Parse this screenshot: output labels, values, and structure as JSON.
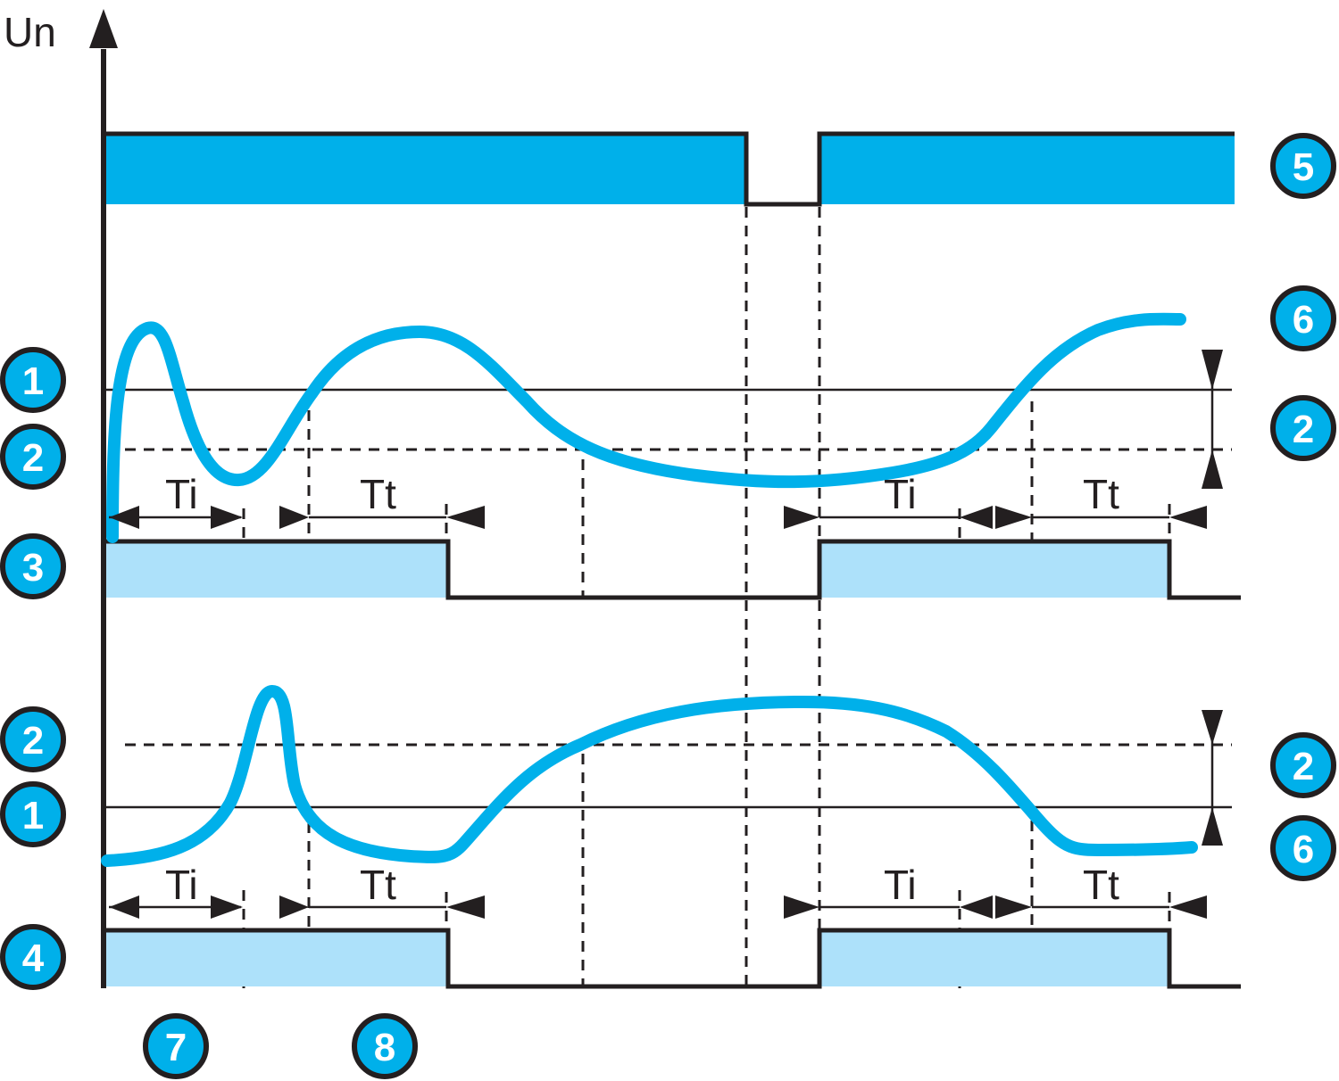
{
  "diagram": {
    "axis_label": "Un",
    "colors": {
      "supply_fill": "#00b0ea",
      "relay_fill": "#ade1fa",
      "curve": "#00b0ea",
      "line": "#231f20",
      "badge_fill": "#00b0ea",
      "badge_text": "#ffffff"
    },
    "badges": {
      "b1_top": "1",
      "b2_top": "2",
      "b3": "3",
      "b2_bottom": "2",
      "b1_bottom": "1",
      "b4": "4",
      "b5": "5",
      "b6_top": "6",
      "b2_right_top": "2",
      "b2_right_bottom": "2",
      "b6_bottom": "6",
      "b7": "7",
      "b8": "8"
    },
    "timing_labels": {
      "top_ti_1": "Ti",
      "top_tt_1": "Tt",
      "top_ti_2": "Ti",
      "top_tt_2": "Tt",
      "bottom_ti_1": "Ti",
      "bottom_tt_1": "Tt",
      "bottom_ti_2": "Ti",
      "bottom_tt_2": "Tt"
    },
    "rows": [
      {
        "id": "supply",
        "badge": "5",
        "description": "Supply voltage with interruption"
      },
      {
        "id": "overvoltage-monitor",
        "badges_left": [
          "1",
          "2"
        ],
        "badges_right": [
          "6",
          "2"
        ],
        "relay_badge": "3"
      },
      {
        "id": "undervoltage-monitor",
        "badges_left": [
          "2",
          "1"
        ],
        "badges_right": [
          "2",
          "6"
        ],
        "relay_badge": "4"
      }
    ],
    "bottom_markers": [
      "7",
      "8"
    ]
  }
}
